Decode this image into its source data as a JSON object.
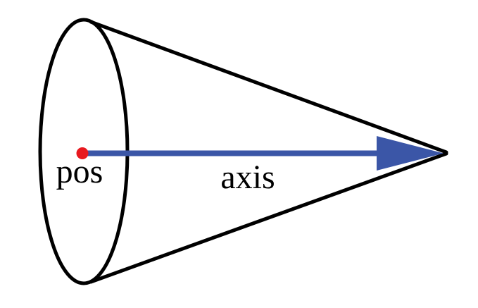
{
  "diagram": {
    "type": "cone-geometry-figure",
    "labels": {
      "pos": "pos",
      "axis": "axis"
    },
    "colors": {
      "background": "#ffffff",
      "outline": "#000000",
      "axis_arrow": "#3b56a7",
      "pos_point": "#e8191f",
      "label_text": "#000000"
    }
  }
}
